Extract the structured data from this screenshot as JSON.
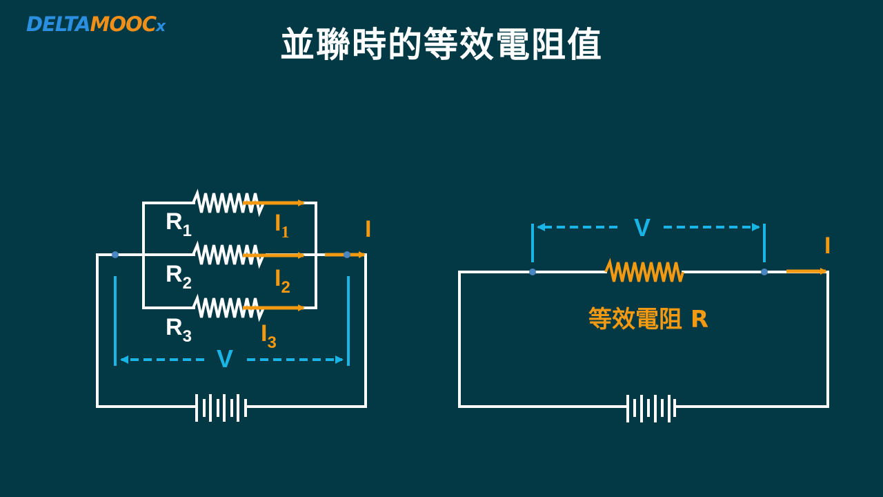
{
  "logo": {
    "part1": "DELTA",
    "part2": "MOOC",
    "part3": "x"
  },
  "title": "並聯時的等效電阻值",
  "colors": {
    "background": "#023944",
    "wire": "#ffffff",
    "current": "#f39a12",
    "voltage": "#19b5e6",
    "node": "#4a86c0"
  },
  "left_circuit": {
    "resistors": [
      {
        "label": "R",
        "sub": "1"
      },
      {
        "label": "R",
        "sub": "2"
      },
      {
        "label": "R",
        "sub": "3"
      }
    ],
    "branch_currents": [
      {
        "label": "I",
        "sub": "1"
      },
      {
        "label": "I",
        "sub": "2"
      },
      {
        "label": "I",
        "sub": "3"
      }
    ],
    "total_current": "I",
    "voltage": "V"
  },
  "right_circuit": {
    "resistor_label": "等效電阻 R",
    "total_current": "I",
    "voltage": "V"
  }
}
